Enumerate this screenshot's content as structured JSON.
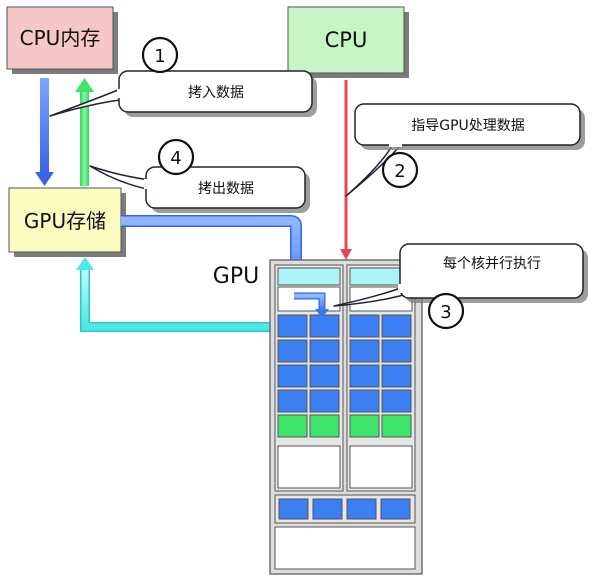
{
  "boxes": {
    "cpu_memory": {
      "label": "CPU内存",
      "fill": "#f7c7c8"
    },
    "cpu": {
      "label": "CPU",
      "fill": "#c7f5c5"
    },
    "gpu_storage": {
      "label": "GPU存储",
      "fill": "#fafcc0"
    },
    "gpu": {
      "label": "GPU"
    }
  },
  "callouts": [
    {
      "number": "1",
      "text": "拷入数据"
    },
    {
      "number": "2",
      "text": "指导GPU处理数据"
    },
    {
      "number": "3",
      "text": "每个核并行执行"
    },
    {
      "number": "4",
      "text": "拷出数据"
    }
  ],
  "colors": {
    "core_blue": "#3b7ff2",
    "core_green": "#3fe56b",
    "arrow_blue": "#4a6cf0",
    "arrow_green": "#4df07a",
    "arrow_red": "#e8455a",
    "arrow_cyan": "#7ff6f6",
    "gpu_body": "#dddddd",
    "gpu_cap": "#aef3f3"
  }
}
